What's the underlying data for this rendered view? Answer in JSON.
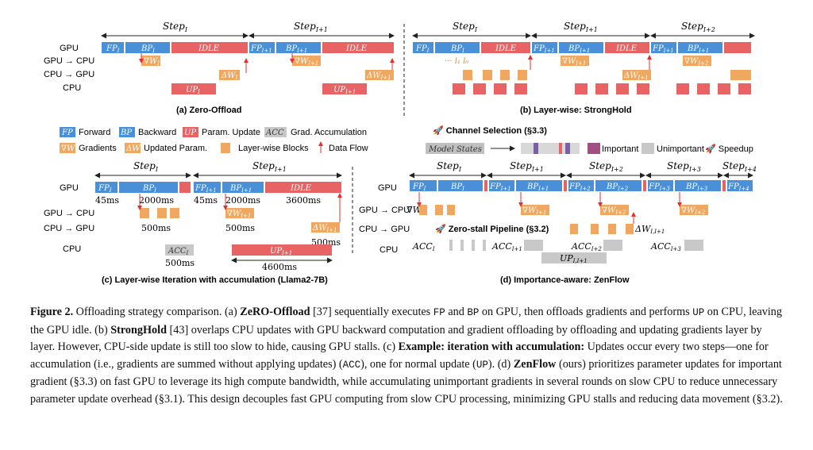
{
  "colors": {
    "fp": "#4a90d9",
    "idle": "#e86464",
    "up": "#e86464",
    "grad": "#f0a860",
    "acc": "#c8c8c8",
    "arrow": "#e03030"
  },
  "rows": {
    "gpu": "GPU",
    "gpu_cpu": "GPU → CPU",
    "cpu_gpu": "CPU → GPU",
    "cpu": "CPU"
  },
  "panels": {
    "a": "(a) Zero-Offload",
    "b": "(b) Layer-wise: StrongHold",
    "c": "(c) Layer-wise Iteration with accumulation (Llama2-7B)",
    "d": "(d) Importance-aware: ZenFlow"
  },
  "blocks": {
    "fp": "FP",
    "bp": "BP",
    "idle": "IDLE",
    "up": "UP",
    "acc": "ACC",
    "step": "Step"
  },
  "legend": {
    "forward": "Forward",
    "backward": "Backward",
    "param_update": "Param. Update",
    "grad_acc": "Grad. Accumulation",
    "gradients": "Gradients",
    "updated_param": "Updated Param.",
    "layerwise": "Layer-wise Blocks",
    "dataflow": "Data Flow",
    "fp_sym": "FP",
    "bp_sym": "BP",
    "up_sym": "UP",
    "acc_sym": "ACC",
    "grad_sym": "∇W",
    "upd_sym": "ΔW",
    "lyr_sym": "l_n",
    "channel": "Channel Selection (§3.3)",
    "model_states": "Model States",
    "important": "Important",
    "unimportant": "Unimportant",
    "speedup": "Speedup",
    "zero_stall": "Zero-stall Pipeline (§3.2)"
  },
  "timings": {
    "t45a": "45ms",
    "t2000a": "2000ms",
    "t45b": "45ms",
    "t2000b": "2000ms",
    "t3600": "3600ms",
    "t500a": "500ms",
    "t500b": "500ms",
    "t500c": "500ms",
    "t500d": "500ms",
    "t4600": "4600ms"
  },
  "caption": {
    "fig": "Figure 2.",
    "intro": " Offloading strategy comparison. (a) ",
    "zero": "ZeRO-Offload",
    "zero_ref": " [37] sequentially executes ",
    "fp": "FP",
    "and1": " and ",
    "bp": "BP",
    "zero_rest": " on GPU, then offloads gradients and performs ",
    "up": "UP",
    "zero_rest2": " on CPU, leaving the GPU idle. (b) ",
    "strong": "StrongHold",
    "strong_rest": " [43] overlaps CPU updates with GPU backward computation and gradient offloading by offloading and updating gradients layer by layer. However, CPU-side update is still too slow to hide, causing GPU stalls. (c) ",
    "example": "Example: iteration with accumulation:",
    "example_rest": " Updates occur every two steps—one for accumulation (i.e., gradients are summed without applying updates) (",
    "acc": "ACC",
    "example_rest2": "), one for normal update (",
    "up2": "UP",
    "example_rest3": "). (d) ",
    "zen": "ZenFlow",
    "zen_rest": " (ours) prioritizes parameter updates for important gradient (§3.3) on fast GPU to leverage its high compute bandwidth, while accumulating unimportant gradients in several rounds on slow CPU to reduce unnecessary parameter update overhead (§3.1). This design decouples fast GPU computing from slow CPU processing, minimizing GPU stalls and reducing data movement (§3.2)."
  }
}
